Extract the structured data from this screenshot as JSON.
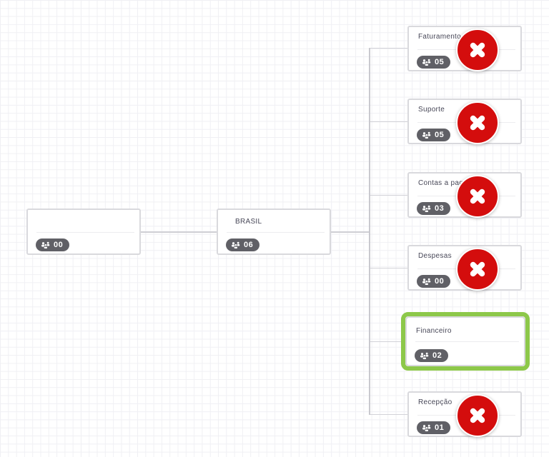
{
  "diagram": {
    "root_node": {
      "title": "",
      "count": "00"
    },
    "country_node": {
      "title": "BRASIL",
      "count": "06"
    },
    "department_nodes": [
      {
        "title": "Faturamento",
        "count": "05",
        "has_delete_button": true,
        "selected": false
      },
      {
        "title": "Suporte",
        "count": "05",
        "has_delete_button": true,
        "selected": false
      },
      {
        "title": "Contas a pagar",
        "count": "03",
        "has_delete_button": true,
        "selected": false
      },
      {
        "title": "Despesas",
        "count": "00",
        "has_delete_button": true,
        "selected": false
      },
      {
        "title": "Financeiro",
        "count": "02",
        "has_delete_button": false,
        "selected": true
      },
      {
        "title": "Recepção",
        "count": "01",
        "has_delete_button": true,
        "selected": false
      }
    ],
    "colors": {
      "delete_button_red": "#d40d0d",
      "selected_border_green": "#8dc84a",
      "badge_gray": "#606066",
      "connector_gray": "#cfcfd4",
      "node_border": "#d9d9dd",
      "grid_line": "#f0f0f4"
    }
  }
}
